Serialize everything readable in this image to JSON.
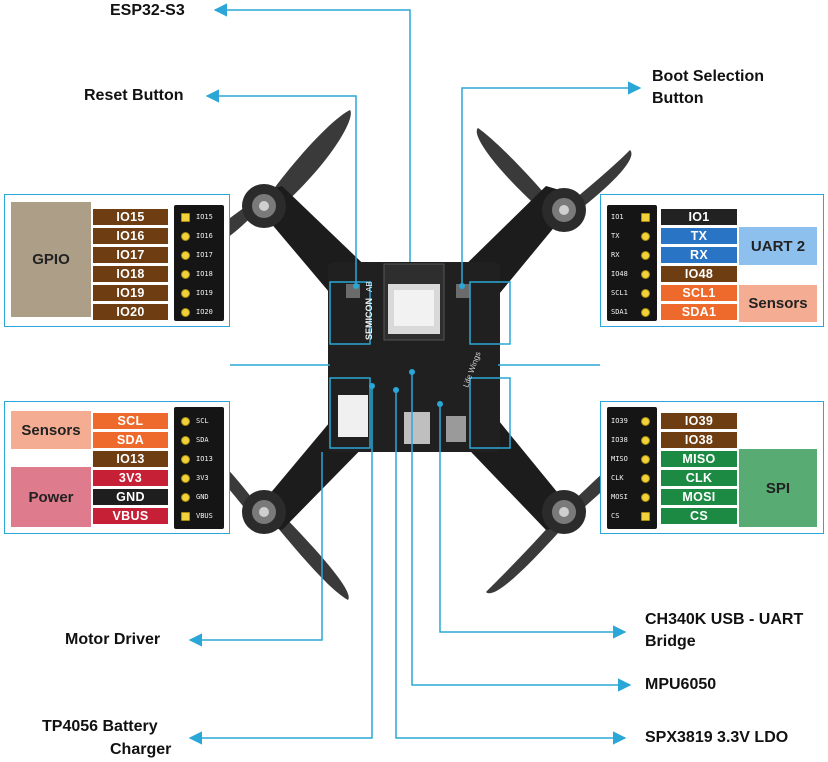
{
  "callouts": {
    "esp32": "ESP32-S3",
    "reset": "Reset Button",
    "boot_line1": "Boot Selection",
    "boot_line2": "Button",
    "motor_driver": "Motor Driver",
    "tp4056_line1": "TP4056 Battery",
    "tp4056_line2": "Charger",
    "ch340_line1": "CH340K USB - UART",
    "ch340_line2": "Bridge",
    "mpu": "MPU6050",
    "ldo": "SPX3819 3.3V LDO"
  },
  "board": {
    "brand": "SEMICON",
    "brand_suffix": "AB",
    "slogan": "Life Wings"
  },
  "left_top_panel": {
    "group": "GPIO",
    "pins": [
      "IO15",
      "IO16",
      "IO17",
      "IO18",
      "IO19",
      "IO20"
    ],
    "silk": [
      "IO15",
      "IO16",
      "IO17",
      "IO18",
      "IO19",
      "IO20"
    ]
  },
  "left_bottom_panel": {
    "group_sensors": "Sensors",
    "group_power": "Power",
    "pins": [
      "SCL",
      "SDA",
      "IO13",
      "3V3",
      "GND",
      "VBUS"
    ],
    "silk": [
      "SCL",
      "SDA",
      "IO13",
      "3V3",
      "GND",
      "VBUS"
    ]
  },
  "right_top_panel": {
    "group_uart": "UART 2",
    "group_sensors": "Sensors",
    "pins": [
      "IO1",
      "TX",
      "RX",
      "IO48",
      "SCL1",
      "SDA1"
    ],
    "silk": [
      "IO1",
      "TX",
      "RX",
      "IO48",
      "SCL1",
      "SDA1"
    ]
  },
  "right_bottom_panel": {
    "group_spi": "SPI",
    "pins": [
      "IO39",
      "IO38",
      "MISO",
      "CLK",
      "MOSI",
      "CS"
    ],
    "silk": [
      "IO39",
      "IO38",
      "MISO",
      "CLK",
      "MOSI",
      "CS"
    ]
  },
  "colors": {
    "gpio_brown": "#6e3d12",
    "gpio_group": "#ad9e87",
    "sensor_orange": "#ee6a2c",
    "sensor_group": "#f4ad92",
    "power_red": "#c62036",
    "power_group": "#de7b8c",
    "gnd_black": "#1e1e1e",
    "uart_blue": "#2a74c6",
    "uart_group": "#8ec0ee",
    "spi_green": "#1d8a44",
    "spi_group": "#58ab73",
    "io_black": "#222222",
    "leader_blue": "#2aa7d6"
  }
}
